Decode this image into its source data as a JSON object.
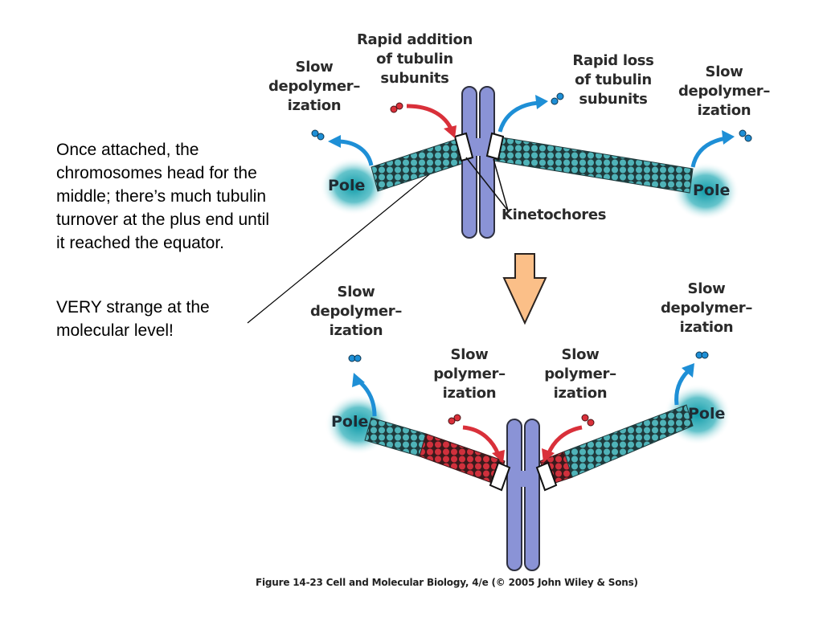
{
  "notes": {
    "paragraph_1": "Once attached, the chromosomes head for the middle; there’s much tubulin turnover at the plus end until it reached the equator.",
    "paragraph_2": "VERY strange at the molecular level!"
  },
  "top_panel": {
    "left_slow_depolymerization": [
      "Slow",
      "depolymer–",
      "ization"
    ],
    "rapid_addition": [
      "Rapid addition",
      "of tubulin",
      "subunits"
    ],
    "rapid_loss": [
      "Rapid loss",
      "of tubulin",
      "subunits"
    ],
    "right_slow_depolymerization": [
      "Slow",
      "depolymer–",
      "ization"
    ],
    "kinetochores": "Kinetochores",
    "left_pole": "Pole",
    "right_pole": "Pole"
  },
  "bottom_panel": {
    "left_slow_depolymerization": [
      "Slow",
      "depolymer–",
      "ization"
    ],
    "left_slow_polymerization": [
      "Slow",
      "polymer–",
      "ization"
    ],
    "right_slow_polymerization": [
      "Slow",
      "polymer–",
      "ization"
    ],
    "right_slow_depolymerization": [
      "Slow",
      "depolymer–",
      "ization"
    ],
    "left_pole": "Pole",
    "right_pole": "Pole"
  },
  "caption": "Figure 14-23  Cell and Molecular Biology, 4/e (© 2005 John Wiley & Sons)",
  "colors": {
    "tubulin_old": "#4fb3b8",
    "tubulin_new": "#d0303c",
    "chromosome": "#8a93d6",
    "pole_glow": "#1aa3b0",
    "arrow_blue": "#1e8fd6",
    "arrow_red": "#d9303a",
    "transition_arrow": "#fbbf88"
  }
}
